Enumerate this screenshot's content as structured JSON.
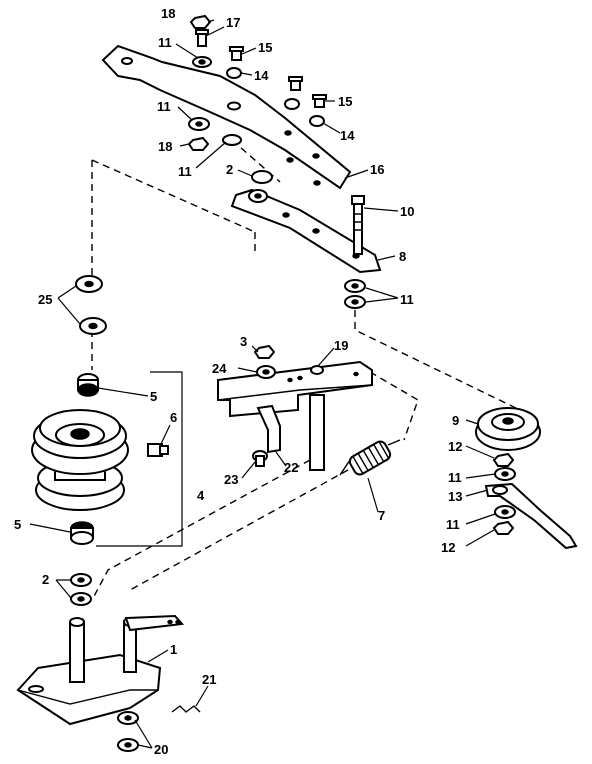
{
  "labels": [
    {
      "id": "p18a",
      "text": "18"
    },
    {
      "id": "p17",
      "text": "17"
    },
    {
      "id": "p11a",
      "text": "11"
    },
    {
      "id": "p15a",
      "text": "15"
    },
    {
      "id": "p14a",
      "text": "14"
    },
    {
      "id": "p15b",
      "text": "15"
    },
    {
      "id": "p11b",
      "text": "11"
    },
    {
      "id": "p14b",
      "text": "14"
    },
    {
      "id": "p18b",
      "text": "18"
    },
    {
      "id": "p11c",
      "text": "11"
    },
    {
      "id": "p2a",
      "text": "2"
    },
    {
      "id": "p16",
      "text": "16"
    },
    {
      "id": "p10",
      "text": "10"
    },
    {
      "id": "p8",
      "text": "8"
    },
    {
      "id": "p11d",
      "text": "11"
    },
    {
      "id": "p25",
      "text": "25"
    },
    {
      "id": "p3",
      "text": "3"
    },
    {
      "id": "p19",
      "text": "19"
    },
    {
      "id": "p24",
      "text": "24"
    },
    {
      "id": "p5a",
      "text": "5"
    },
    {
      "id": "p6",
      "text": "6"
    },
    {
      "id": "p9",
      "text": "9"
    },
    {
      "id": "p12a",
      "text": "12"
    },
    {
      "id": "p11e",
      "text": "11"
    },
    {
      "id": "p13",
      "text": "13"
    },
    {
      "id": "p11f",
      "text": "11"
    },
    {
      "id": "p12b",
      "text": "12"
    },
    {
      "id": "p23",
      "text": "23"
    },
    {
      "id": "p22",
      "text": "22"
    },
    {
      "id": "p7",
      "text": "7"
    },
    {
      "id": "p4",
      "text": "4"
    },
    {
      "id": "p5b",
      "text": "5"
    },
    {
      "id": "p2b",
      "text": "2"
    },
    {
      "id": "p1",
      "text": "1"
    },
    {
      "id": "p21",
      "text": "21"
    },
    {
      "id": "p20",
      "text": "20"
    }
  ]
}
